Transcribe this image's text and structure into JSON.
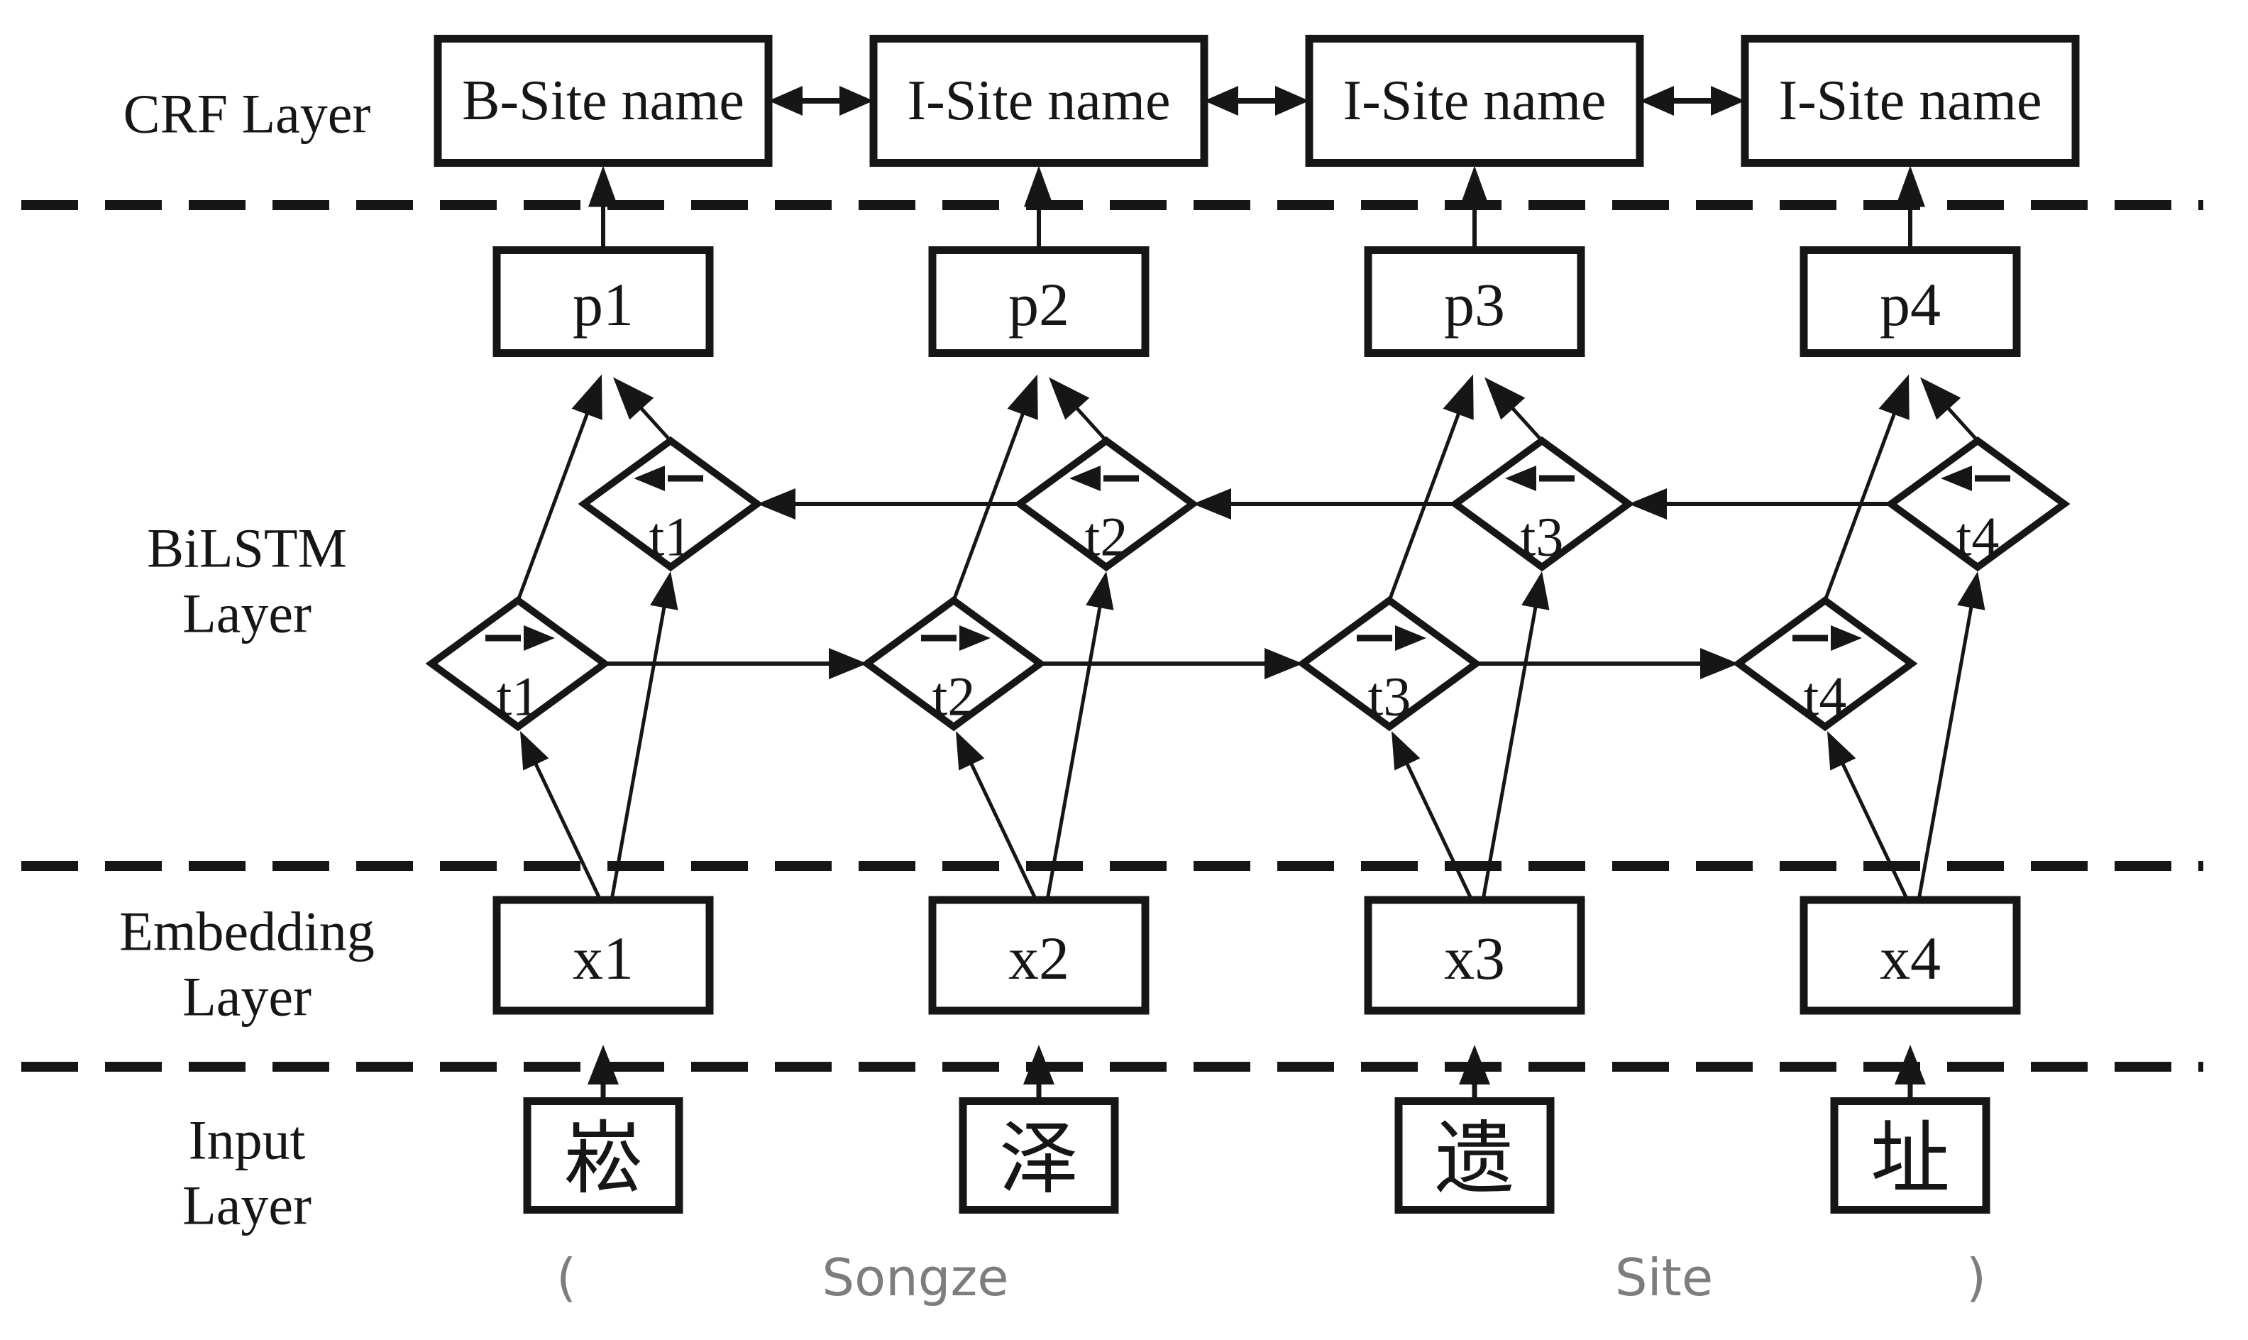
{
  "colors": {
    "ink": "#161616",
    "gloss_text": "#7d7d7d",
    "background": "#ffffff"
  },
  "layers": {
    "crf": {
      "label_lines": [
        "CRF Layer"
      ],
      "tags": [
        "B-Site name",
        "I-Site name",
        "I-Site name",
        "I-Site name"
      ]
    },
    "bilstm": {
      "label_lines": [
        "BiLSTM",
        "Layer"
      ],
      "p_nodes": [
        "p1",
        "p2",
        "p3",
        "p4"
      ],
      "backward_cells": [
        "t1",
        "t2",
        "t3",
        "t4"
      ],
      "forward_cells": [
        "t1",
        "t2",
        "t3",
        "t4"
      ]
    },
    "embedding": {
      "label_lines": [
        "Embedding",
        "Layer"
      ],
      "vectors": [
        "x1",
        "x2",
        "x3",
        "x4"
      ]
    },
    "input": {
      "label_lines": [
        "Input",
        "Layer"
      ],
      "characters": [
        "崧",
        "泽",
        "遗",
        "址"
      ],
      "gloss": [
        "(",
        "Songze",
        "Site",
        ")"
      ]
    }
  }
}
